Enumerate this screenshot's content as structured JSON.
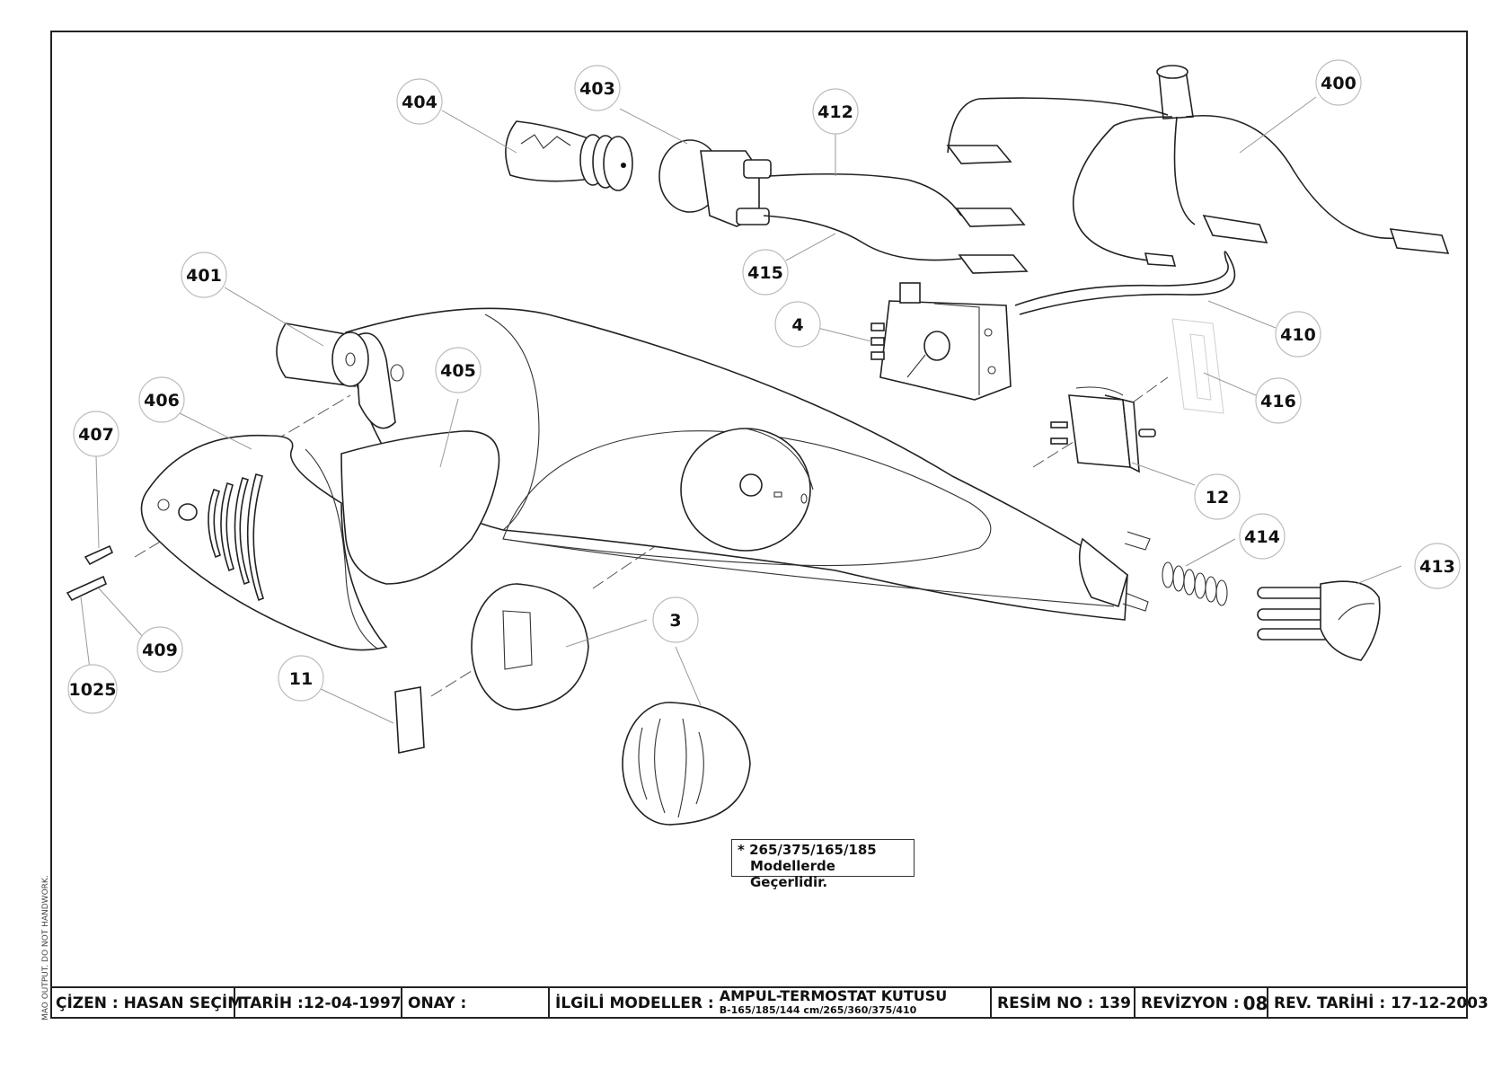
{
  "callouts": [
    {
      "label": "404"
    },
    {
      "label": "403"
    },
    {
      "label": "412"
    },
    {
      "label": "400"
    },
    {
      "label": "401"
    },
    {
      "label": "415"
    },
    {
      "label": "4"
    },
    {
      "label": "410"
    },
    {
      "label": "405"
    },
    {
      "label": "406"
    },
    {
      "label": "407"
    },
    {
      "label": "416"
    },
    {
      "label": "12"
    },
    {
      "label": "414"
    },
    {
      "label": "413"
    },
    {
      "label": "3"
    },
    {
      "label": "409"
    },
    {
      "label": "11"
    },
    {
      "label": "1025"
    },
    {
      "label": "3"
    }
  ],
  "note": {
    "line1": "* 265/375/165/185",
    "line2": "Modellerde Geçerlidir."
  },
  "side_note": "MAO OUTPUT. DO NOT HANDWORK.",
  "title_block": {
    "drawn_by": "ÇİZEN : HASAN SEÇİM",
    "date": "TARİH :12-04-1997",
    "approval": "ONAY :",
    "models_label": "İLGİLİ MODELLER :",
    "models_title": "AMPUL-TERMOSTAT KUTUSU",
    "models_list": "B-165/185/144 cm/265/360/375/410",
    "drawing_no": "RESİM NO : 139",
    "revision_label": "REVİZYON :",
    "revision_value": "08",
    "revision_date": "REV. TARİHİ : 17-12-2003"
  }
}
